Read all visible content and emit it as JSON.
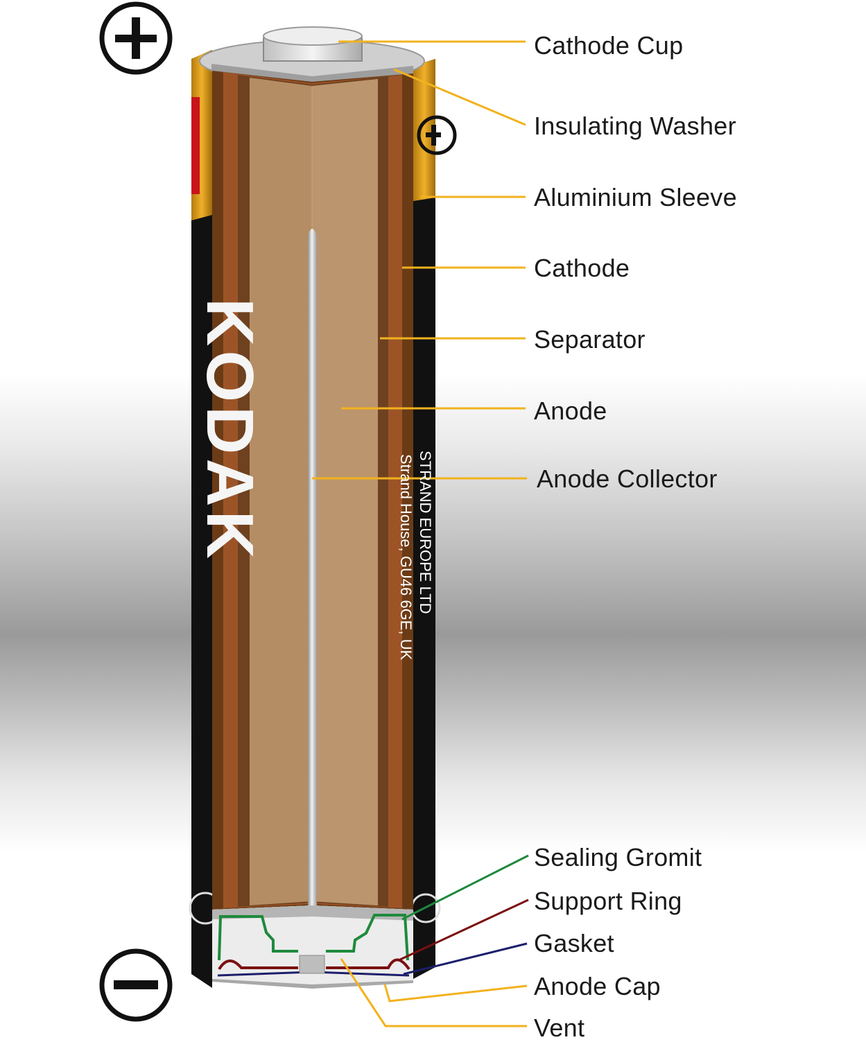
{
  "terminals": {
    "positive_icon": "plus-circle-icon",
    "negative_icon": "minus-circle-icon"
  },
  "battery": {
    "brand": "KODAK",
    "address_line_1": "STRAND EUROPE LTD",
    "address_line_2": "Strand House, GU46 6GE, UK"
  },
  "labels": [
    {
      "id": "cathode-cup",
      "text": "Cathode Cup"
    },
    {
      "id": "insulating-washer",
      "text": "Insulating Washer"
    },
    {
      "id": "aluminium-sleeve",
      "text": "Aluminium Sleeve"
    },
    {
      "id": "cathode",
      "text": "Cathode"
    },
    {
      "id": "separator",
      "text": "Separator"
    },
    {
      "id": "anode",
      "text": "Anode"
    },
    {
      "id": "anode-collector",
      "text": "Anode Collector"
    },
    {
      "id": "sealing-gromit",
      "text": "Sealing Gromit"
    },
    {
      "id": "support-ring",
      "text": "Support Ring"
    },
    {
      "id": "gasket",
      "text": "Gasket"
    },
    {
      "id": "anode-cap",
      "text": "Anode Cap"
    },
    {
      "id": "vent",
      "text": "Vent"
    }
  ],
  "colors": {
    "leader_orange": "#f2b21e",
    "leader_green": "#1e8a3c",
    "leader_red": "#7a1010",
    "leader_navy": "#1c1f6b",
    "cathode": "#9c5427",
    "anode": "#b58d64",
    "wrapper_black": "#111111",
    "wrapper_gold": "#e8a21c"
  }
}
